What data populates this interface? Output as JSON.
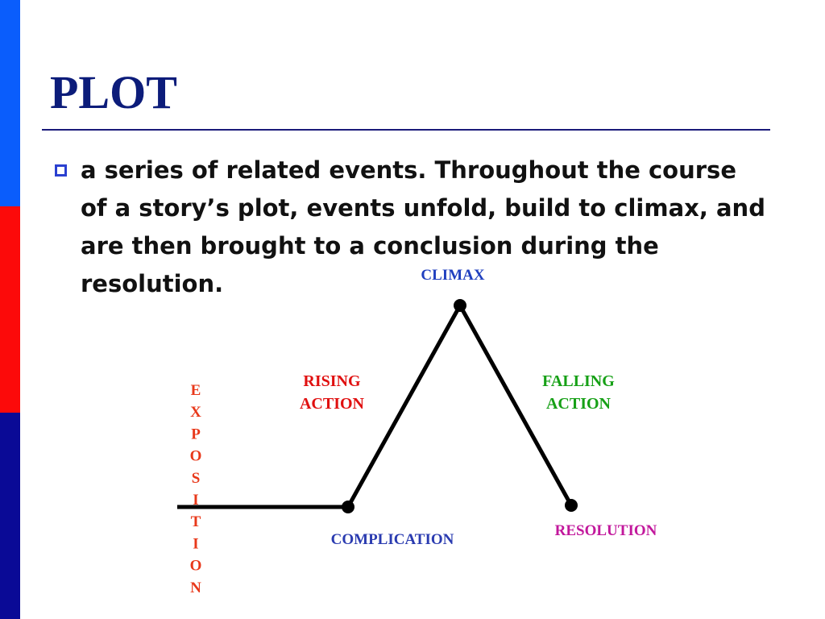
{
  "slide": {
    "title": "PLOT",
    "bullet": "a series of related events.  Throughout the course\nof a story’s plot, events unfold, build to climax, and\nare then brought to a conclusion during the\nresolution."
  },
  "diagram": {
    "labels": {
      "climax": "CLIMAX",
      "rising_line1": "RISING",
      "rising_line2": "ACTION",
      "falling_line1": "FALLING",
      "falling_line2": "ACTION",
      "complication": "COMPLICATION",
      "resolution": "RESOLUTION",
      "exposition_letters": [
        "E",
        "X",
        "P",
        "O",
        "S",
        "I",
        "T",
        "I",
        "O",
        "N"
      ]
    },
    "colors": {
      "climax": "#1f3fbf",
      "rising": "#e01010",
      "falling": "#16a016",
      "complication": "#2a3bb0",
      "resolution": "#c2189c",
      "exposition": "#e8381a",
      "line": "#000000"
    }
  },
  "theme": {
    "bar_blue": "#0a5dfc",
    "bar_red": "#fc0a0a",
    "bar_navy": "#0a0a96"
  }
}
